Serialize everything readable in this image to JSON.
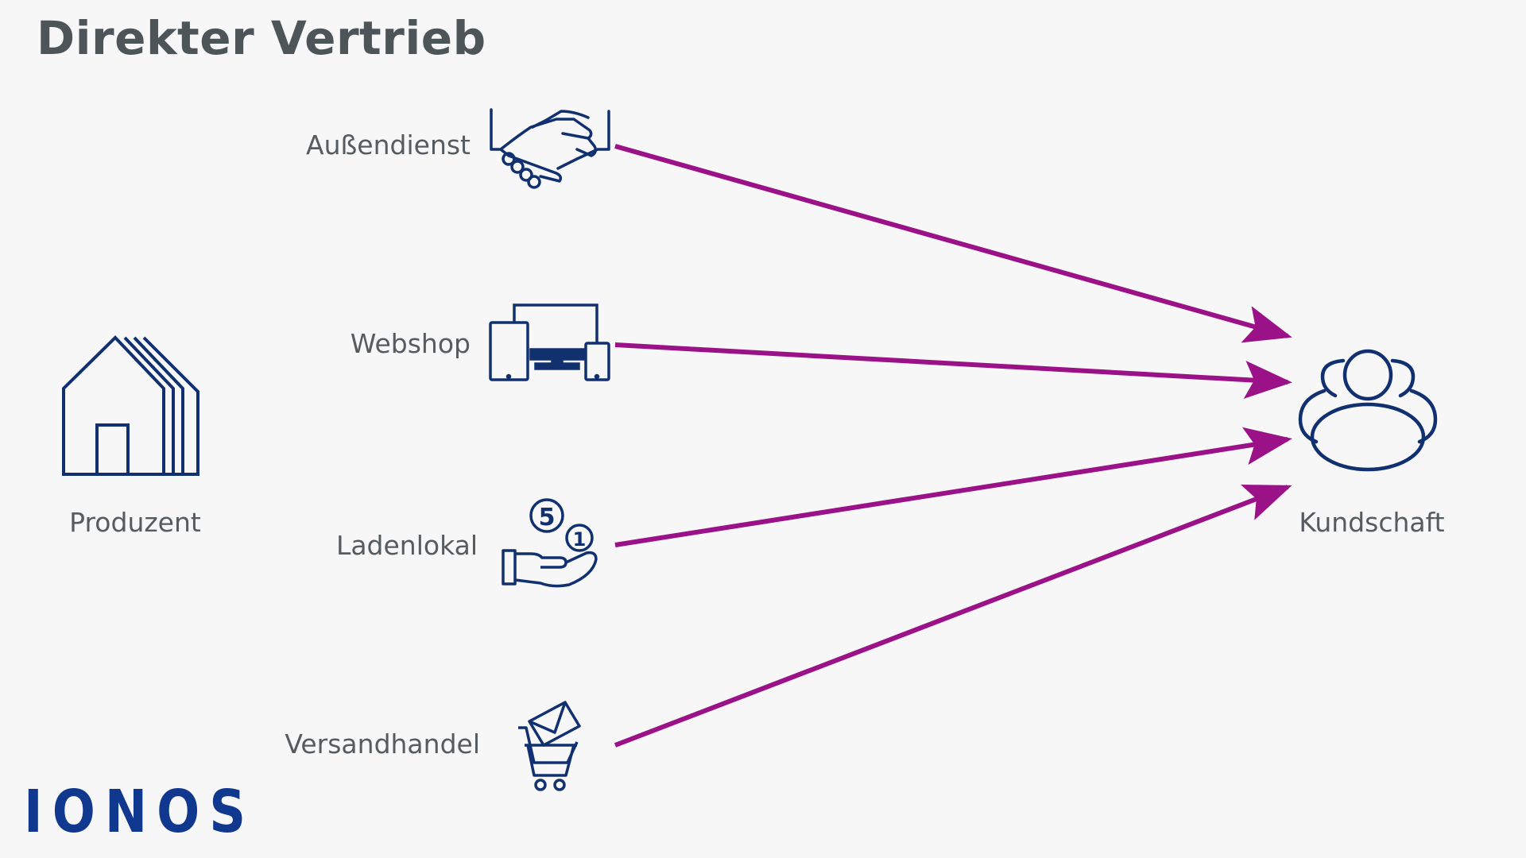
{
  "title": "Direkter Vertrieb",
  "producer": {
    "label": "Produzent",
    "icon": "house-icon"
  },
  "customer": {
    "label": "Kundschaft",
    "icon": "customers-group-icon"
  },
  "channels": [
    {
      "label": "Außendienst",
      "icon": "handshake-icon"
    },
    {
      "label": "Webshop",
      "icon": "devices-icon"
    },
    {
      "label": "Ladenlokal",
      "icon": "hand-coins-icon"
    },
    {
      "label": "Versandhandel",
      "icon": "shopping-cart-mail-icon"
    }
  ],
  "coins": {
    "first": "5",
    "second": "1"
  },
  "logo": "IONOS",
  "colors": {
    "arrow": "#9b1288",
    "icon": "#11306f",
    "title": "#4d5559",
    "label": "#555b5f",
    "logo": "#11388f",
    "background": "#f7f7f8"
  }
}
